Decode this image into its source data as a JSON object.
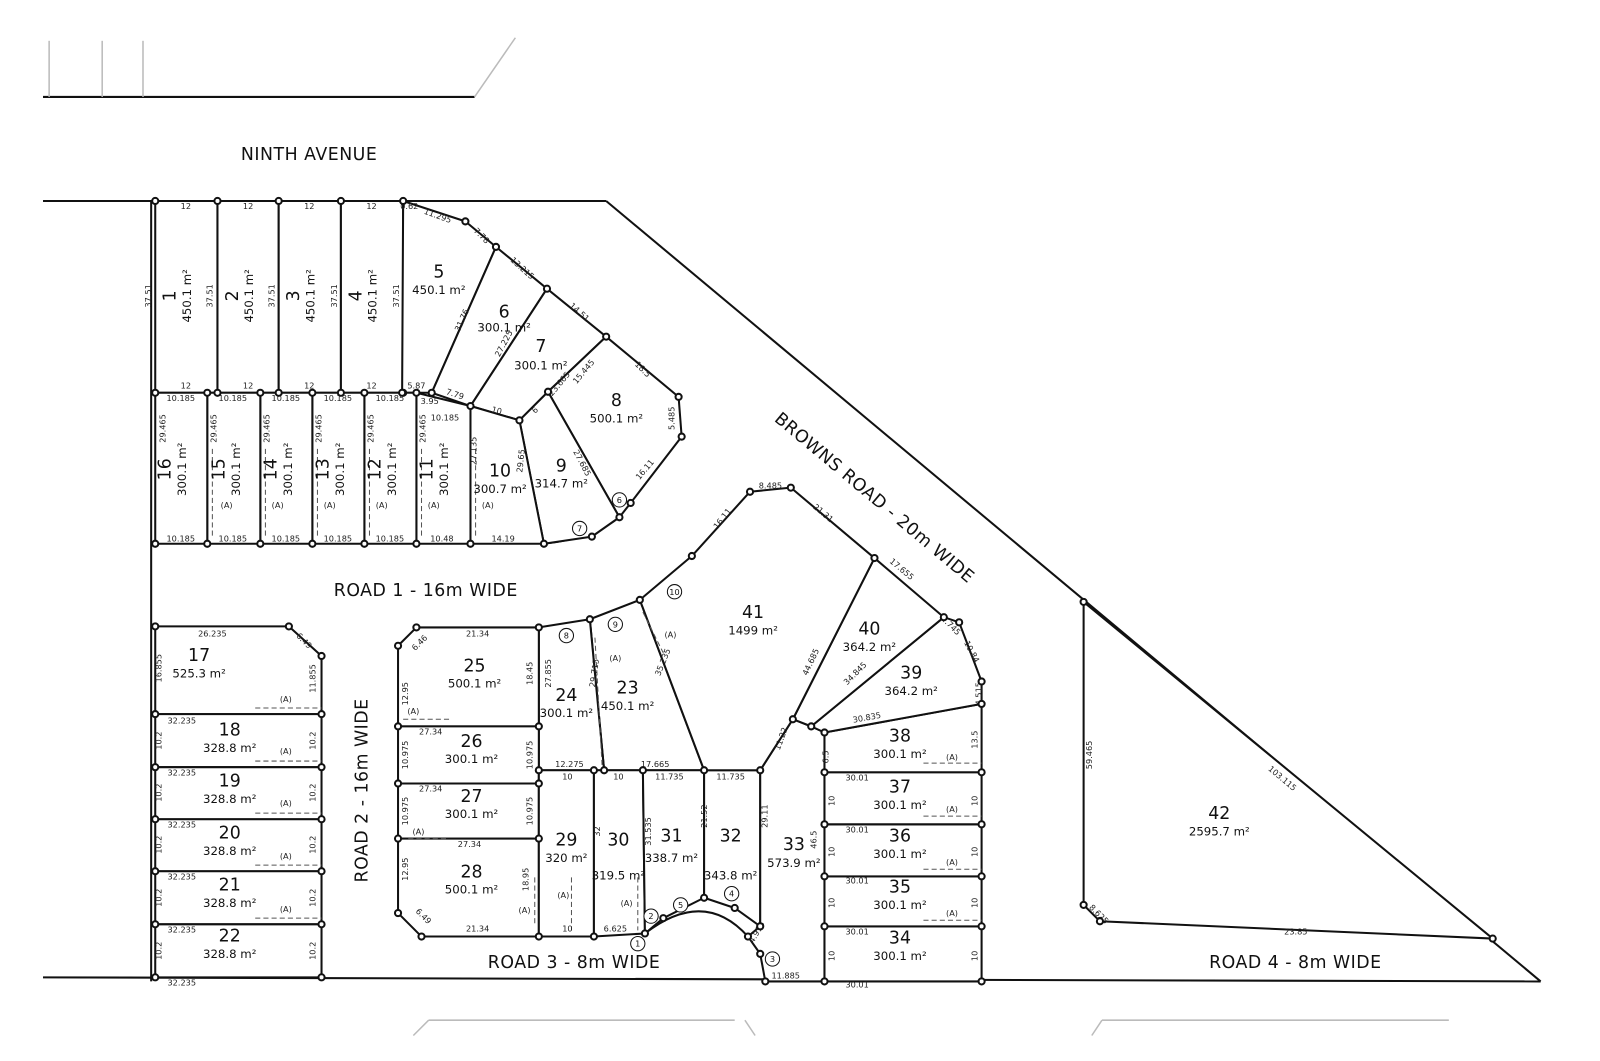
{
  "roads": {
    "ninth_avenue": "NINTH AVENUE",
    "road1": "ROAD 1 - 16m WIDE",
    "road2": "ROAD 2 - 16m WIDE",
    "road3": "ROAD 3 - 8m WIDE",
    "road4": "ROAD 4 - 8m WIDE",
    "browns_road": "BROWNS ROAD - 20m WIDE"
  },
  "easement_label": "(A)",
  "lots": [
    {
      "number": "1",
      "area": "450.1 m²"
    },
    {
      "number": "2",
      "area": "450.1 m²"
    },
    {
      "number": "3",
      "area": "450.1 m²"
    },
    {
      "number": "4",
      "area": "450.1 m²"
    },
    {
      "number": "5",
      "area": "450.1 m²"
    },
    {
      "number": "6",
      "area": "300.1 m²"
    },
    {
      "number": "7",
      "area": "300.1 m²"
    },
    {
      "number": "8",
      "area": "500.1 m²"
    },
    {
      "number": "9",
      "area": "314.7 m²"
    },
    {
      "number": "10",
      "area": "300.7 m²"
    },
    {
      "number": "11",
      "area": "300.1 m²"
    },
    {
      "number": "12",
      "area": "300.1 m²"
    },
    {
      "number": "13",
      "area": "300.1 m²"
    },
    {
      "number": "14",
      "area": "300.1 m²"
    },
    {
      "number": "15",
      "area": "300.1 m²"
    },
    {
      "number": "16",
      "area": "300.1 m²"
    },
    {
      "number": "17",
      "area": "525.3 m²"
    },
    {
      "number": "18",
      "area": "328.8 m²"
    },
    {
      "number": "19",
      "area": "328.8 m²"
    },
    {
      "number": "20",
      "area": "328.8 m²"
    },
    {
      "number": "21",
      "area": "328.8 m²"
    },
    {
      "number": "22",
      "area": "328.8 m²"
    },
    {
      "number": "23",
      "area": "450.1 m²"
    },
    {
      "number": "24",
      "area": "300.1 m²"
    },
    {
      "number": "25",
      "area": "500.1 m²"
    },
    {
      "number": "26",
      "area": "300.1 m²"
    },
    {
      "number": "27",
      "area": "300.1 m²"
    },
    {
      "number": "28",
      "area": "500.1 m²"
    },
    {
      "number": "29",
      "area": "320 m²"
    },
    {
      "number": "30",
      "area": "319.5 m²"
    },
    {
      "number": "31",
      "area": "338.7 m²"
    },
    {
      "number": "32",
      "area": "343.8 m²"
    },
    {
      "number": "33",
      "area": "573.9 m²"
    },
    {
      "number": "34",
      "area": "300.1 m²"
    },
    {
      "number": "35",
      "area": "300.1 m²"
    },
    {
      "number": "36",
      "area": "300.1 m²"
    },
    {
      "number": "37",
      "area": "300.1 m²"
    },
    {
      "number": "38",
      "area": "300.1 m²"
    },
    {
      "number": "39",
      "area": "364.2 m²"
    },
    {
      "number": "40",
      "area": "364.2 m²"
    },
    {
      "number": "41",
      "area": "1499 m²"
    },
    {
      "number": "42",
      "area": "2595.7 m²"
    }
  ],
  "curve_numbers": [
    "1",
    "2",
    "3",
    "4",
    "5",
    "6",
    "7",
    "8",
    "9",
    "10"
  ],
  "dimensions": [
    "12",
    "12",
    "12",
    "12",
    "12",
    "12",
    "12",
    "12",
    "37.51",
    "37.51",
    "37.51",
    "37.51",
    "37.51",
    "0.62",
    "11.295",
    "7.78",
    "13.215",
    "14.51",
    "18.5",
    "5.485",
    "16.11",
    "5.87",
    "3.95",
    "7.79",
    "10",
    "6",
    "23.665",
    "15.445",
    "27.225",
    "31.76",
    "27.685",
    "29.65",
    "27.135",
    "10.185",
    "10.185",
    "10.185",
    "10.185",
    "10.185",
    "10.185",
    "10.185",
    "10.185",
    "10.185",
    "10.185",
    "10.185",
    "10.48",
    "14.19",
    "29.465",
    "29.465",
    "29.465",
    "29.465",
    "29.465",
    "29.465",
    "26.235",
    "6.49",
    "16.855",
    "11.855",
    "32.235",
    "32.235",
    "32.235",
    "32.235",
    "32.235",
    "32.235",
    "10.2",
    "10.2",
    "10.2",
    "10.2",
    "10.2",
    "10.2",
    "10.2",
    "10.2",
    "10.2",
    "10.2",
    "21.34",
    "6.46",
    "12.95",
    "18.45",
    "27.34",
    "10.975",
    "10.975",
    "27.34",
    "10.975",
    "10.975",
    "27.34",
    "12.95",
    "18.95",
    "6.49",
    "21.34",
    "27.855",
    "29.715",
    "35.235",
    "12.275",
    "17.665",
    "10",
    "10",
    "11.735",
    "11.735",
    "32",
    "31.535",
    "21.52",
    "29.11",
    "10",
    "6.625",
    "4.915",
    "11.885",
    "8.485",
    "16.11",
    "21.31",
    "44.685",
    "17.655",
    "2.745",
    "10.84",
    "4.515",
    "11.22",
    "34.845",
    "30.835",
    "6.5",
    "13.5",
    "46.5",
    "30.01",
    "30.01",
    "30.01",
    "30.01",
    "30.01",
    "10",
    "10",
    "10",
    "10",
    "10",
    "10",
    "10",
    "10",
    "59.465",
    "103.115",
    "8.625",
    "23.85"
  ]
}
